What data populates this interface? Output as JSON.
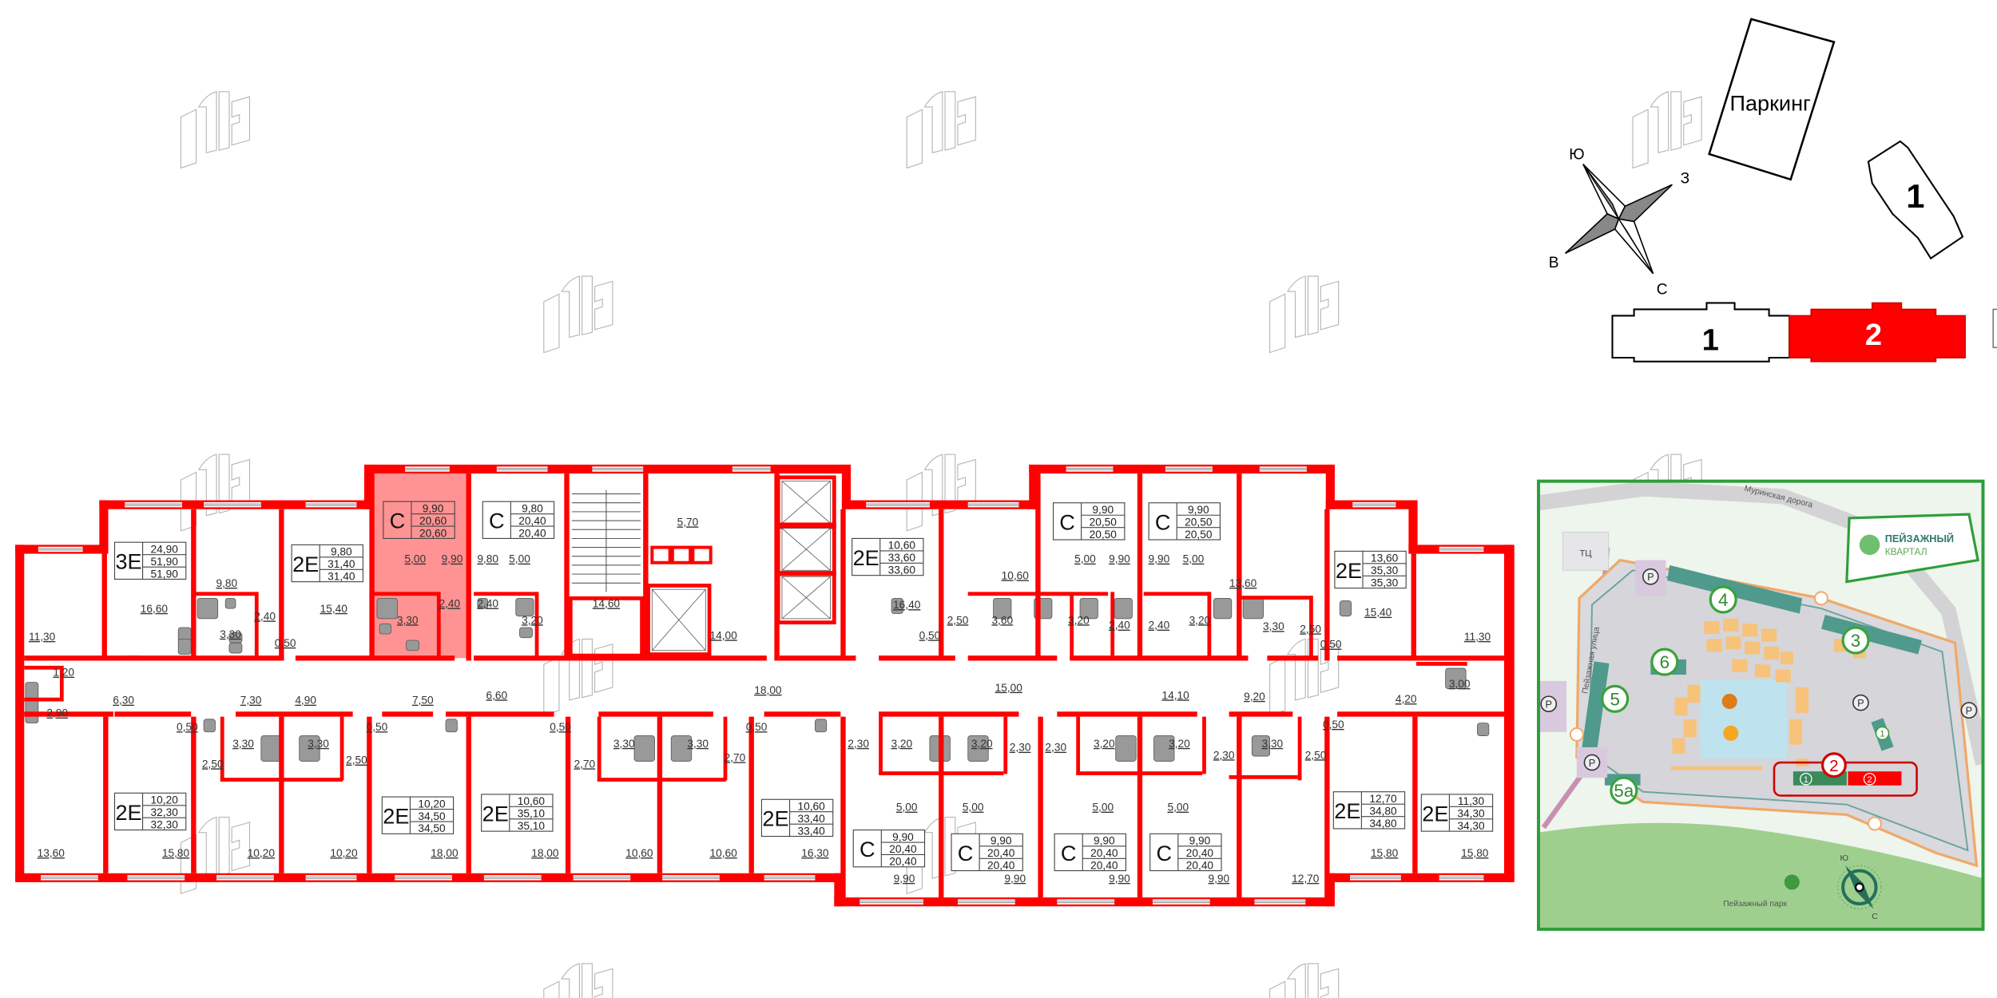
{
  "floor_plan": {
    "wall_color": "#ff0000",
    "selected_color": "#ff8080",
    "apartments": [
      {
        "type": "3Е",
        "values": [
          "24,90",
          "51,90",
          "51,90"
        ],
        "selected": false
      },
      {
        "type": "2Е",
        "values": [
          "9,80",
          "31,40",
          "31,40"
        ],
        "selected": false
      },
      {
        "type": "С",
        "values": [
          "9,90",
          "20,60",
          "20,60"
        ],
        "selected": true
      },
      {
        "type": "С",
        "values": [
          "9,80",
          "20,40",
          "20,40"
        ],
        "selected": false
      },
      {
        "type": "2Е",
        "values": [
          "10,60",
          "33,60",
          "33,60"
        ],
        "selected": false
      },
      {
        "type": "С",
        "values": [
          "9,90",
          "20,50",
          "20,50"
        ],
        "selected": false
      },
      {
        "type": "С",
        "values": [
          "9,90",
          "20,50",
          "20,50"
        ],
        "selected": false
      },
      {
        "type": "2Е",
        "values": [
          "13,60",
          "35,30",
          "35,30"
        ],
        "selected": false
      },
      {
        "type": "2Е",
        "values": [
          "10,20",
          "32,30",
          "32,30"
        ],
        "selected": false
      },
      {
        "type": "2Е",
        "values": [
          "10,20",
          "34,50",
          "34,50"
        ],
        "selected": false
      },
      {
        "type": "2Е",
        "values": [
          "10,60",
          "35,10",
          "35,10"
        ],
        "selected": false
      },
      {
        "type": "2Е",
        "values": [
          "10,60",
          "33,40",
          "33,40"
        ],
        "selected": false
      },
      {
        "type": "С",
        "values": [
          "9,90",
          "20,40",
          "20,40"
        ],
        "selected": false
      },
      {
        "type": "С",
        "values": [
          "9,90",
          "20,40",
          "20,40"
        ],
        "selected": false
      },
      {
        "type": "С",
        "values": [
          "9,90",
          "20,40",
          "20,40"
        ],
        "selected": false
      },
      {
        "type": "С",
        "values": [
          "9,90",
          "20,40",
          "20,40"
        ],
        "selected": false
      },
      {
        "type": "2Е",
        "values": [
          "12,70",
          "34,80",
          "34,80"
        ],
        "selected": false
      },
      {
        "type": "2Е",
        "values": [
          "11,30",
          "34,30",
          "34,30"
        ],
        "selected": false
      }
    ],
    "room_areas": [
      "11,30",
      "1,20",
      "2,90",
      "16,60",
      "9,80",
      "3,30",
      "2,40",
      "0,50",
      "15,40",
      "5,00",
      "9,90",
      "3,30",
      "2,40",
      "9,80",
      "5,00",
      "2,40",
      "3,20",
      "14,60",
      "5,70",
      "14,00",
      "16,40",
      "10,60",
      "2,50",
      "3,60",
      "0,50",
      "3,20",
      "5,00",
      "9,90",
      "2,40",
      "9,90",
      "5,00",
      "2,40",
      "3,20",
      "13,60",
      "3,30",
      "2,50",
      "0,50",
      "15,40",
      "11,30",
      "3,00",
      "6,30",
      "7,30",
      "4,90",
      "7,50",
      "6,60",
      "18,00",
      "15,00",
      "14,10",
      "9,20",
      "4,20",
      "0,50",
      "3,30",
      "3,30",
      "2,50",
      "2,50",
      "0,50",
      "0,50",
      "3,30",
      "3,30",
      "2,70",
      "2,70",
      "0,50",
      "2,30",
      "3,20",
      "3,20",
      "2,30",
      "2,30",
      "3,20",
      "3,20",
      "2,30",
      "3,30",
      "2,50",
      "0,50",
      "5,00",
      "5,00",
      "5,00",
      "5,00",
      "13,60",
      "15,80",
      "10,20",
      "10,20",
      "18,00",
      "18,00",
      "10,60",
      "10,60",
      "16,30",
      "9,90",
      "9,90",
      "9,90",
      "9,90",
      "12,70",
      "15,80",
      "15,80"
    ]
  },
  "key_plan": {
    "parking_label": "Паркинг",
    "compass": {
      "south": "Ю",
      "west": "З",
      "east": "В",
      "north": "С"
    },
    "building_1_label": "1",
    "section_1_label": "1",
    "section_2_label": "2",
    "selected_section_color": "#ff0000"
  },
  "site_plan": {
    "border_color": "#2e9e3a",
    "logo": {
      "line1": "ПЕЙЗАЖНЫЙ",
      "line2": "КВАРТАЛ"
    },
    "road_label": "Муринская дорога",
    "street_label": "Пейзажная улица",
    "mall_label": "ТЦ",
    "park_label": "Пейзажный парк",
    "parking_symbol": "P",
    "buildings": [
      "4",
      "3",
      "6",
      "5",
      "5а",
      "1"
    ],
    "selected_building": "2",
    "section_labels": [
      "1",
      "2"
    ],
    "compass": {
      "south": "Ю",
      "north": "С"
    }
  }
}
